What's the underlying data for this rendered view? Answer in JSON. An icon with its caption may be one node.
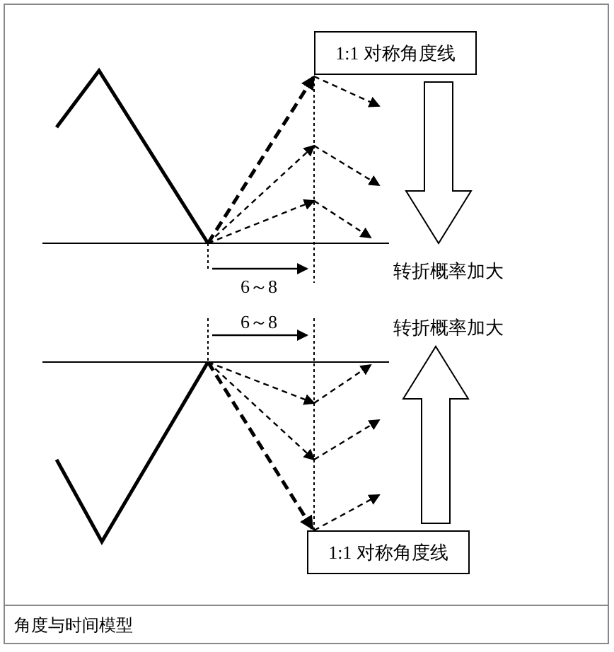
{
  "diagram": {
    "caption": "角度与时间模型",
    "nodes": [
      {
        "text": [
          "1:1 对称角度线"
        ]
      },
      {
        "text": [
          "1:1 对称角度线"
        ]
      }
    ],
    "edges": [
      {
        "from": null,
        "to": 0,
        "arrow": "to",
        "style": "dashed"
      },
      {
        "from": null,
        "to": 1,
        "arrow": "to",
        "style": "dashed"
      }
    ],
    "labels": [
      "6～8",
      "转折概率加大",
      "6～8",
      "转折概率加大"
    ]
  }
}
